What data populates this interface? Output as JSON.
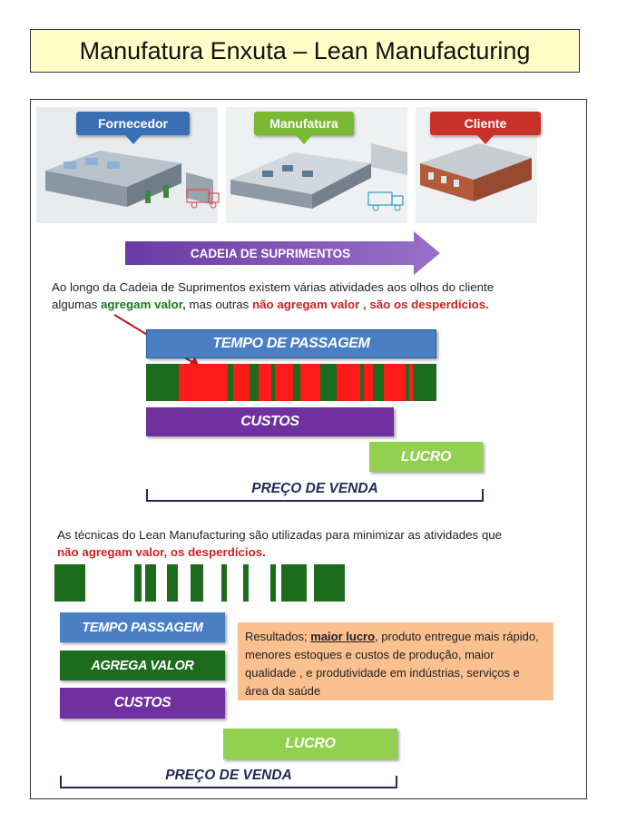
{
  "title": "Manufatura Enxuta – Lean Manufacturing",
  "top_section": {
    "stages": [
      {
        "label": "Fornecedor",
        "color": "#3b6fb5"
      },
      {
        "label": "Manufatura",
        "color": "#79b833"
      },
      {
        "label": "Cliente",
        "color": "#c8302a"
      }
    ],
    "supply_chain_label": "CADEIA DE SUPRIMENTOS",
    "intro_line1": "Ao longo da Cadeia de Suprimentos existem várias atividades aos olhos do cliente",
    "intro_line2_prefix": "algumas ",
    "intro_line2_green": "agregam valor,",
    "intro_line2_mid": " mas outras  ",
    "intro_line2_red": "não agregam valor , são os desperdícios.",
    "tempo_label": "TEMPO DE PASSAGEM",
    "custos_label": "CUSTOS",
    "lucro_label": "LUCRO",
    "preco_label": "PREÇO DE VENDA"
  },
  "bottom_section": {
    "text_line1": "As técnicas do Lean Manufacturing são utilizadas para minimizar as atividades que",
    "text_line2_red": "não agregam valor, os desperdícios.",
    "tempo_label": "TEMPO PASSAGEM",
    "agrega_label": "AGREGA VALOR",
    "custos_label": "CUSTOS",
    "lucro_label": "LUCRO",
    "preco_label": "PREÇO DE VENDA",
    "results_prefix": "Resultados; ",
    "results_bold": "maior lucro",
    "results_rest": ", produto entregue mais rápido, menores estoques e custos de produção, maior qualidade , e produtividade em indústrias, serviços e área da saúde"
  },
  "colors": {
    "blue_bar": "#4a7fc4",
    "green_dark": "#1d6b1d",
    "red": "#ff1a1a",
    "purple": "#7030a0",
    "lucro_green": "#92d050",
    "arrow_purple": "#7a4ab0"
  }
}
